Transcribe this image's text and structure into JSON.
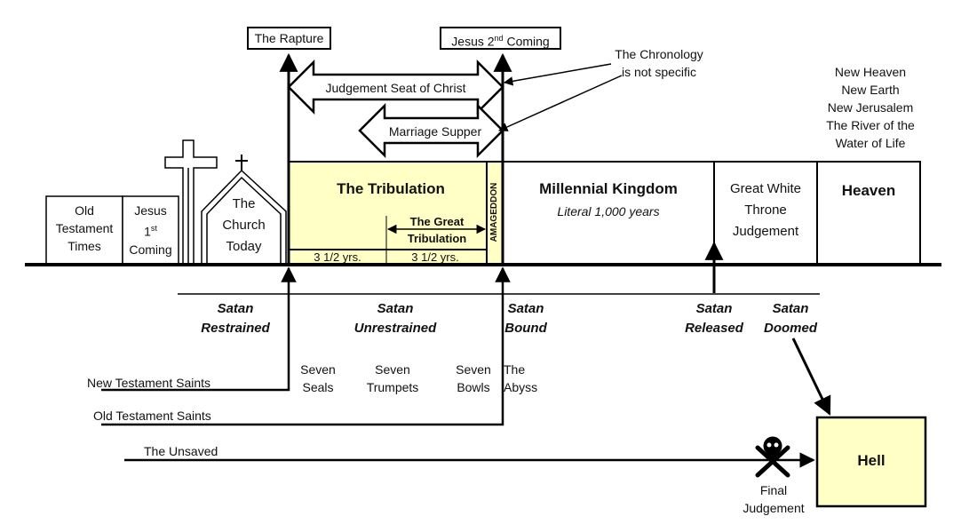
{
  "labels": {
    "rapture": "The Rapture",
    "second_coming_pre": "Jesus 2",
    "second_coming_sup": "nd",
    "second_coming_post": " Coming",
    "chronology_1": "The Chronology",
    "chronology_2": "is not specific",
    "judgement_seat": "Judgement Seat of Christ",
    "marriage_supper": "Marriage Supper",
    "heaven_list": [
      "New Heaven",
      "New Earth",
      "New Jerusalem",
      "The River of the",
      "Water of Life"
    ],
    "ot_times_1": "Old",
    "ot_times_2": "Testament",
    "ot_times_3": "Times",
    "jesus_first_1": "Jesus",
    "jesus_first_2a": "1",
    "jesus_first_2b": "st",
    "jesus_first_3": "Coming",
    "church_1": "The",
    "church_2": "Church",
    "church_3": "Today",
    "tribulation": "The Tribulation",
    "great_trib_1": "The Great",
    "great_trib_2": "Tribulation",
    "half_1": "3 1/2 yrs.",
    "half_2": "3 1/2 yrs.",
    "amageddon": "AMAGEDDON",
    "millennial": "Millennial Kingdom",
    "millennial_sub": "Literal 1,000 years",
    "gwt_1": "Great White",
    "gwt_2": "Throne",
    "gwt_3": "Judgement",
    "heaven": "Heaven",
    "satan_restrained_1": "Satan",
    "satan_restrained_2": "Restrained",
    "satan_unrestrained_1": "Satan",
    "satan_unrestrained_2": "Unrestrained",
    "satan_bound_1": "Satan",
    "satan_bound_2": "Bound",
    "satan_released_1": "Satan",
    "satan_released_2": "Released",
    "satan_doomed_1": "Satan",
    "satan_doomed_2": "Doomed",
    "seals_1": "Seven",
    "seals_2": "Seals",
    "trumpets_1": "Seven",
    "trumpets_2": "Trumpets",
    "bowls_1": "Seven",
    "bowls_2": "Bowls",
    "abyss_1": "The",
    "abyss_2": "Abyss",
    "nt_saints": "New Testament Saints",
    "ot_saints": "Old Testament Saints",
    "unsaved": "The Unsaved",
    "final_1": "Final",
    "final_2": "Judgement",
    "hell": "Hell"
  },
  "colors": {
    "tribulation_fill": "#ffffc6",
    "hell_fill": "#ffffc6",
    "line": "#000000"
  },
  "icons": [
    "cross-icon",
    "church-icon",
    "skull-crossbones-icon"
  ]
}
